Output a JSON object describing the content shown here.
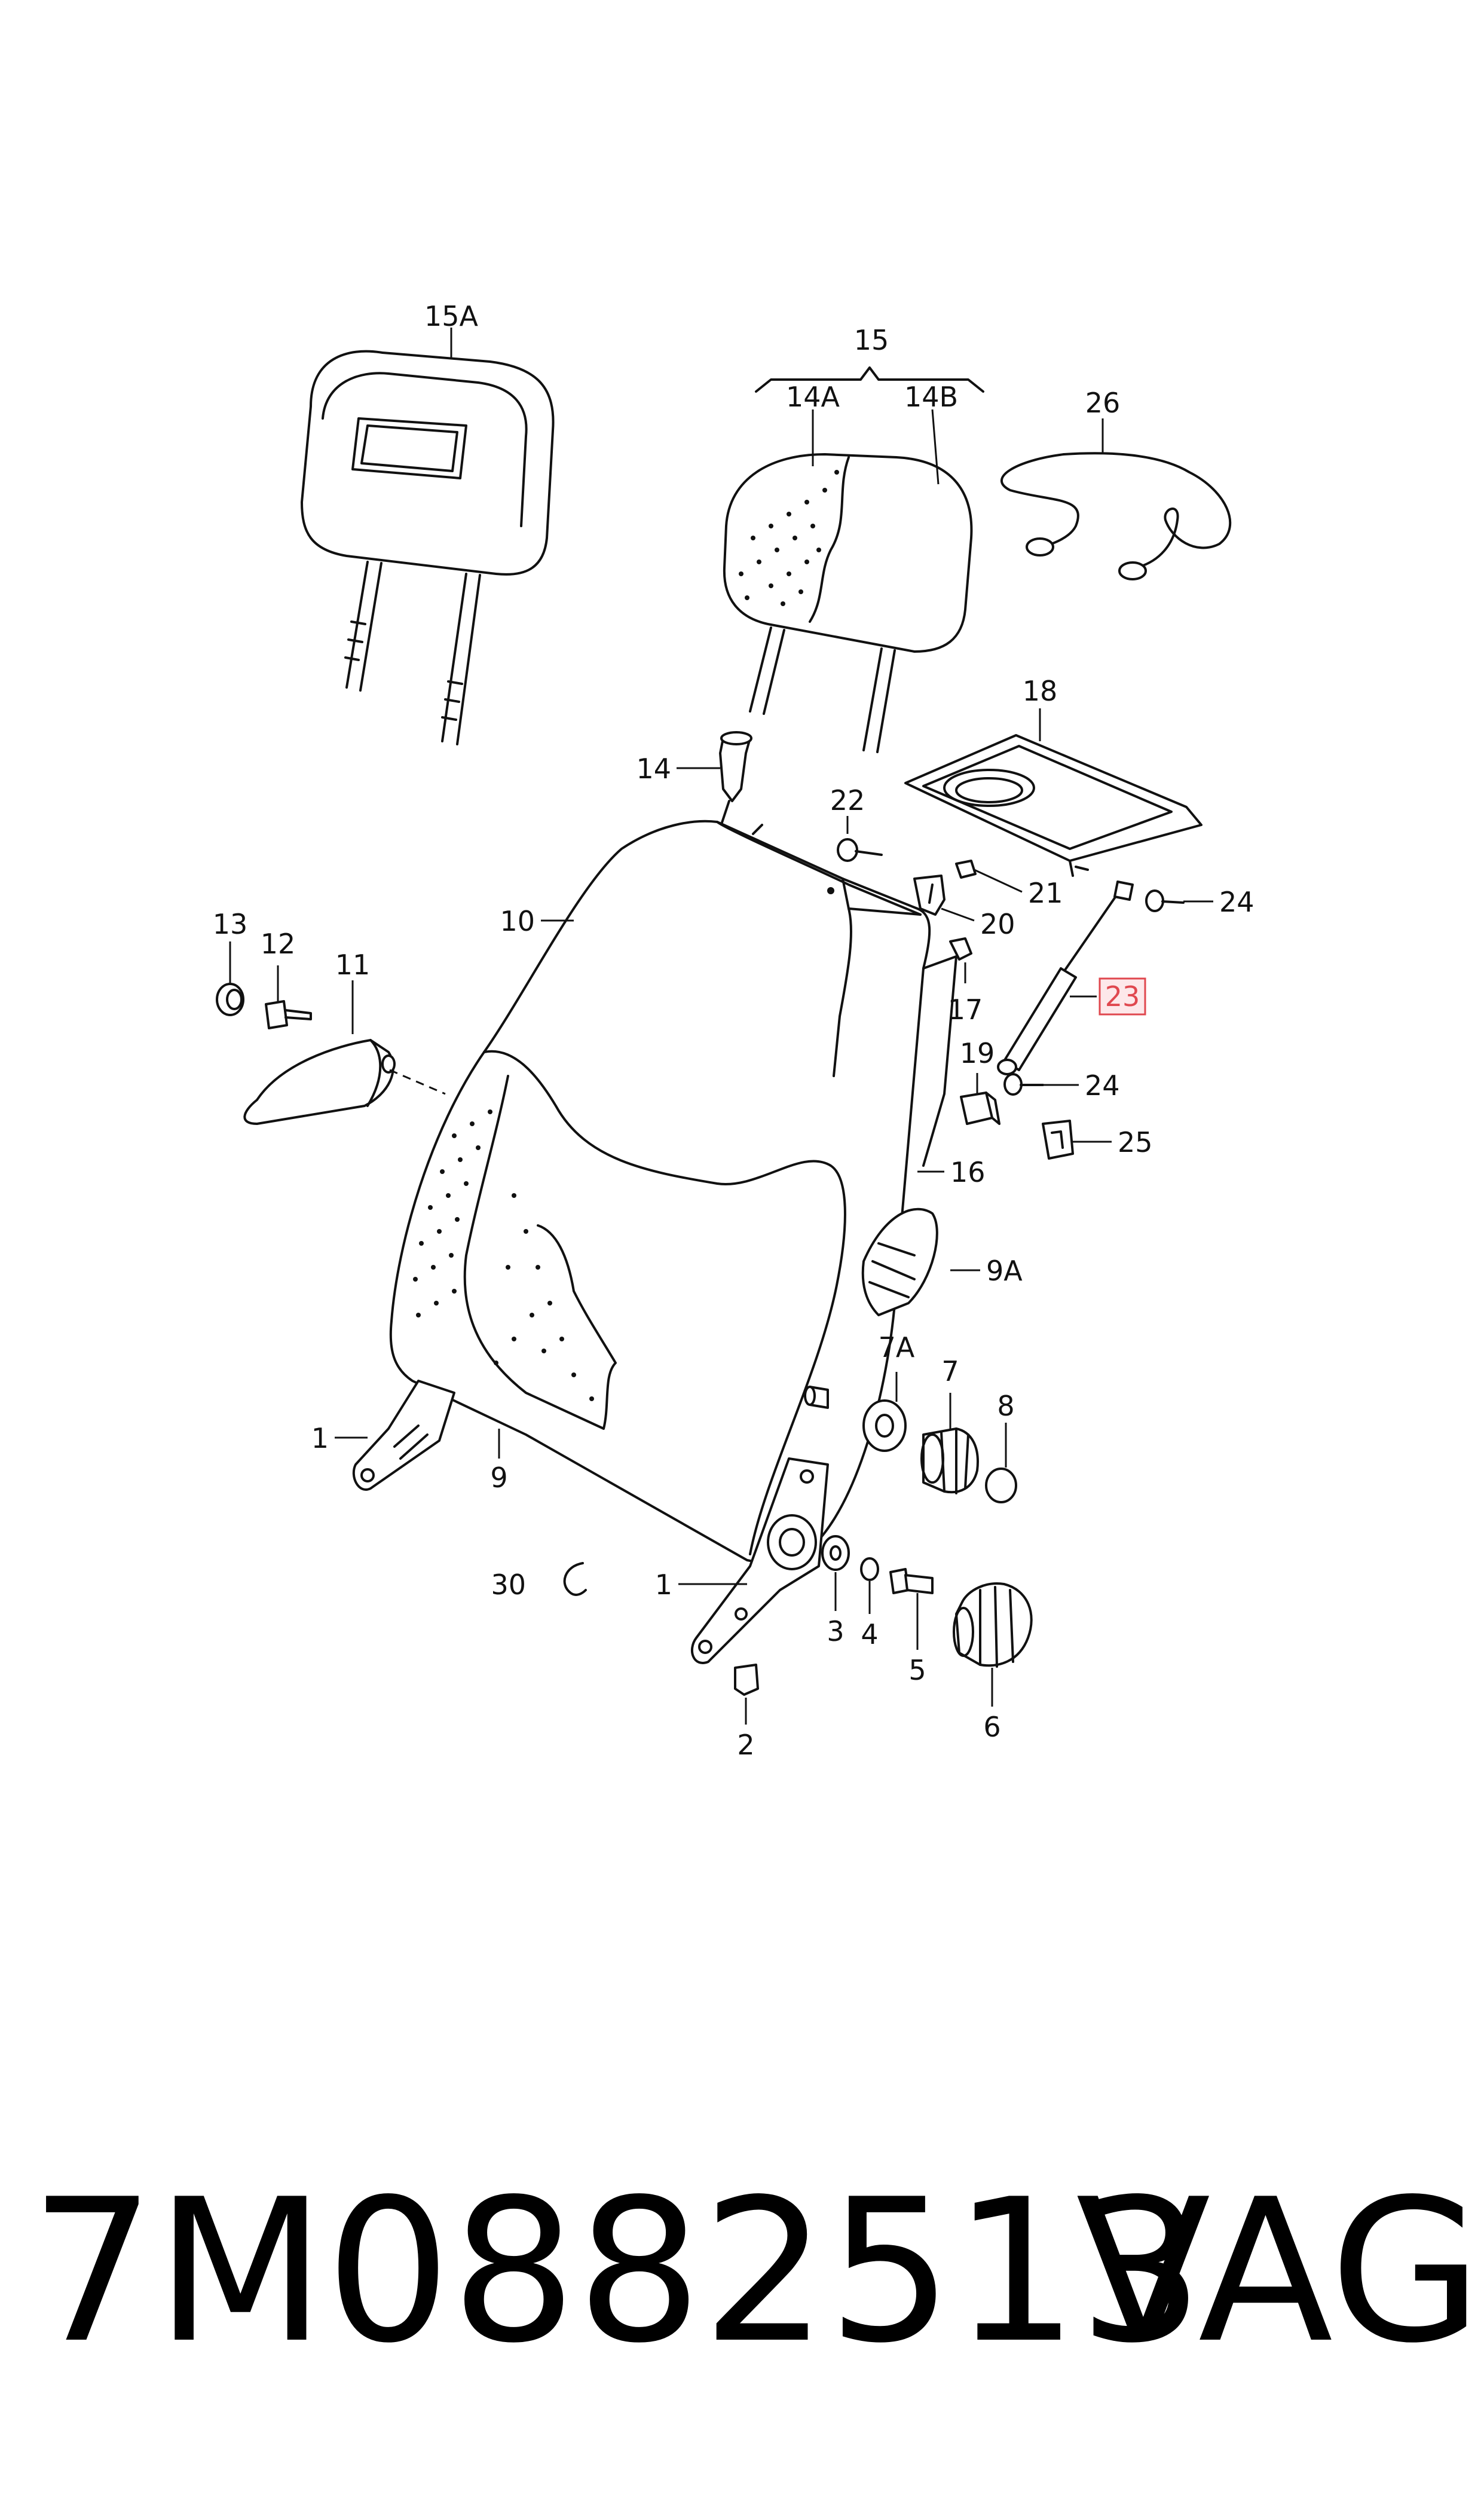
{
  "callouts": {
    "c15A": "15A",
    "c15": "15",
    "c14A": "14A",
    "c14B": "14B",
    "c26": "26",
    "c18": "18",
    "c14": "14",
    "c22": "22",
    "c21": "21",
    "c20": "20",
    "c24a": "24",
    "c10": "10",
    "c17": "17",
    "c23": "23",
    "c13": "13",
    "c12": "12",
    "c11": "11",
    "c19": "19",
    "c24b": "24",
    "c25": "25",
    "c16": "16",
    "c9A": "9A",
    "c7A": "7A",
    "c7": "7",
    "c8": "8",
    "c1a": "1",
    "c9": "9",
    "c30": "30",
    "c1b": "1",
    "c3": "3",
    "c4": "4",
    "c5": "5",
    "c6": "6",
    "c2": "2"
  },
  "highlight": {
    "label": "23",
    "color": "#e0484f",
    "fill": "#fde8ea"
  },
  "footer": {
    "part_number": "7M0882513",
    "brand": "VAG"
  }
}
